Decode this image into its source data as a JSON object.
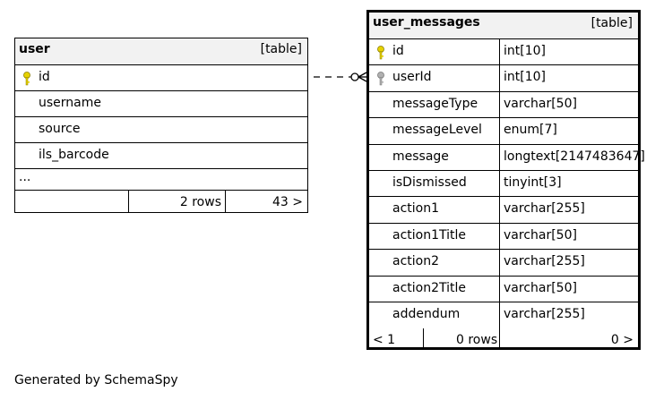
{
  "user_table": {
    "name": "user",
    "type": "[table]",
    "columns": [
      "id",
      "username",
      "source",
      "ils_barcode"
    ],
    "ellipsis": "...",
    "footer": {
      "rows": "2 rows",
      "children": "43 >"
    }
  },
  "user_messages_table": {
    "name": "user_messages",
    "type": "[table]",
    "columns": [
      {
        "name": "id",
        "type": "int[10]"
      },
      {
        "name": "userId",
        "type": "int[10]"
      },
      {
        "name": "messageType",
        "type": "varchar[50]"
      },
      {
        "name": "messageLevel",
        "type": "enum[7]"
      },
      {
        "name": "message",
        "type": "longtext[2147483647]"
      },
      {
        "name": "isDismissed",
        "type": "tinyint[3]"
      },
      {
        "name": "action1",
        "type": "varchar[255]"
      },
      {
        "name": "action1Title",
        "type": "varchar[50]"
      },
      {
        "name": "action2",
        "type": "varchar[255]"
      },
      {
        "name": "action2Title",
        "type": "varchar[50]"
      },
      {
        "name": "addendum",
        "type": "varchar[255]"
      }
    ],
    "footer": {
      "parents": "< 1",
      "rows": "0 rows",
      "children": "0 >"
    }
  },
  "credit": "Generated by SchemaSpy",
  "colors": {
    "primary_key": "#e6d200",
    "foreign_key": "#b0b0b0",
    "header_bg": "#f2f2f2"
  }
}
